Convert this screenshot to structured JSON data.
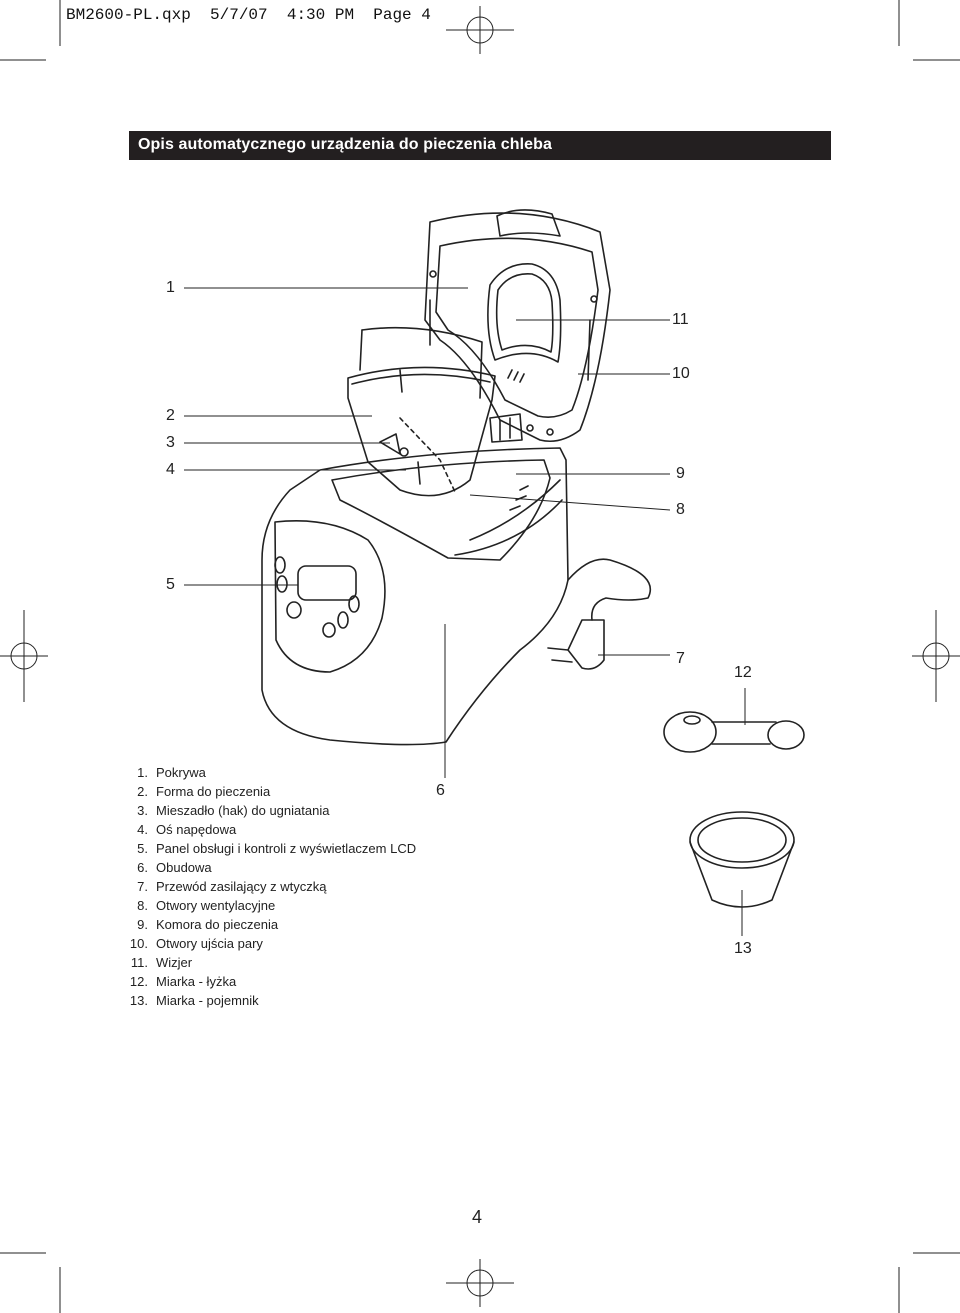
{
  "header": {
    "slug_text": "BM2600-PL.qxp  5/7/07  4:30 PM  Page 4"
  },
  "banner": {
    "title": "Opis automatycznego urządzenia do pieczenia chleba"
  },
  "callouts": [
    "1",
    "11",
    "10",
    "2",
    "3",
    "4",
    "9",
    "8",
    "5",
    "7",
    "12",
    "6",
    "13"
  ],
  "legend": [
    {
      "num": "1.",
      "text": "Pokrywa"
    },
    {
      "num": "2.",
      "text": "Forma do pieczenia"
    },
    {
      "num": "3.",
      "text": "Mieszadło (hak) do ugniatania"
    },
    {
      "num": "4.",
      "text": "Oś napędowa"
    },
    {
      "num": "5.",
      "text": "Panel obsługi i kontroli z wyświetlaczem LCD"
    },
    {
      "num": "6.",
      "text": "Obudowa"
    },
    {
      "num": "7.",
      "text": "Przewód zasilający z wtyczką"
    },
    {
      "num": "8.",
      "text": "Otwory wentylacyjne"
    },
    {
      "num": "9.",
      "text": "Komora do pieczenia"
    },
    {
      "num": "10.",
      "text": "Otwory ujścia pary"
    },
    {
      "num": "11.",
      "text": "Wizjer"
    },
    {
      "num": "12.",
      "text": "Miarka - łyżka"
    },
    {
      "num": "13.",
      "text": "Miarka - pojemnik"
    }
  ],
  "footer": {
    "page_number": "4"
  }
}
